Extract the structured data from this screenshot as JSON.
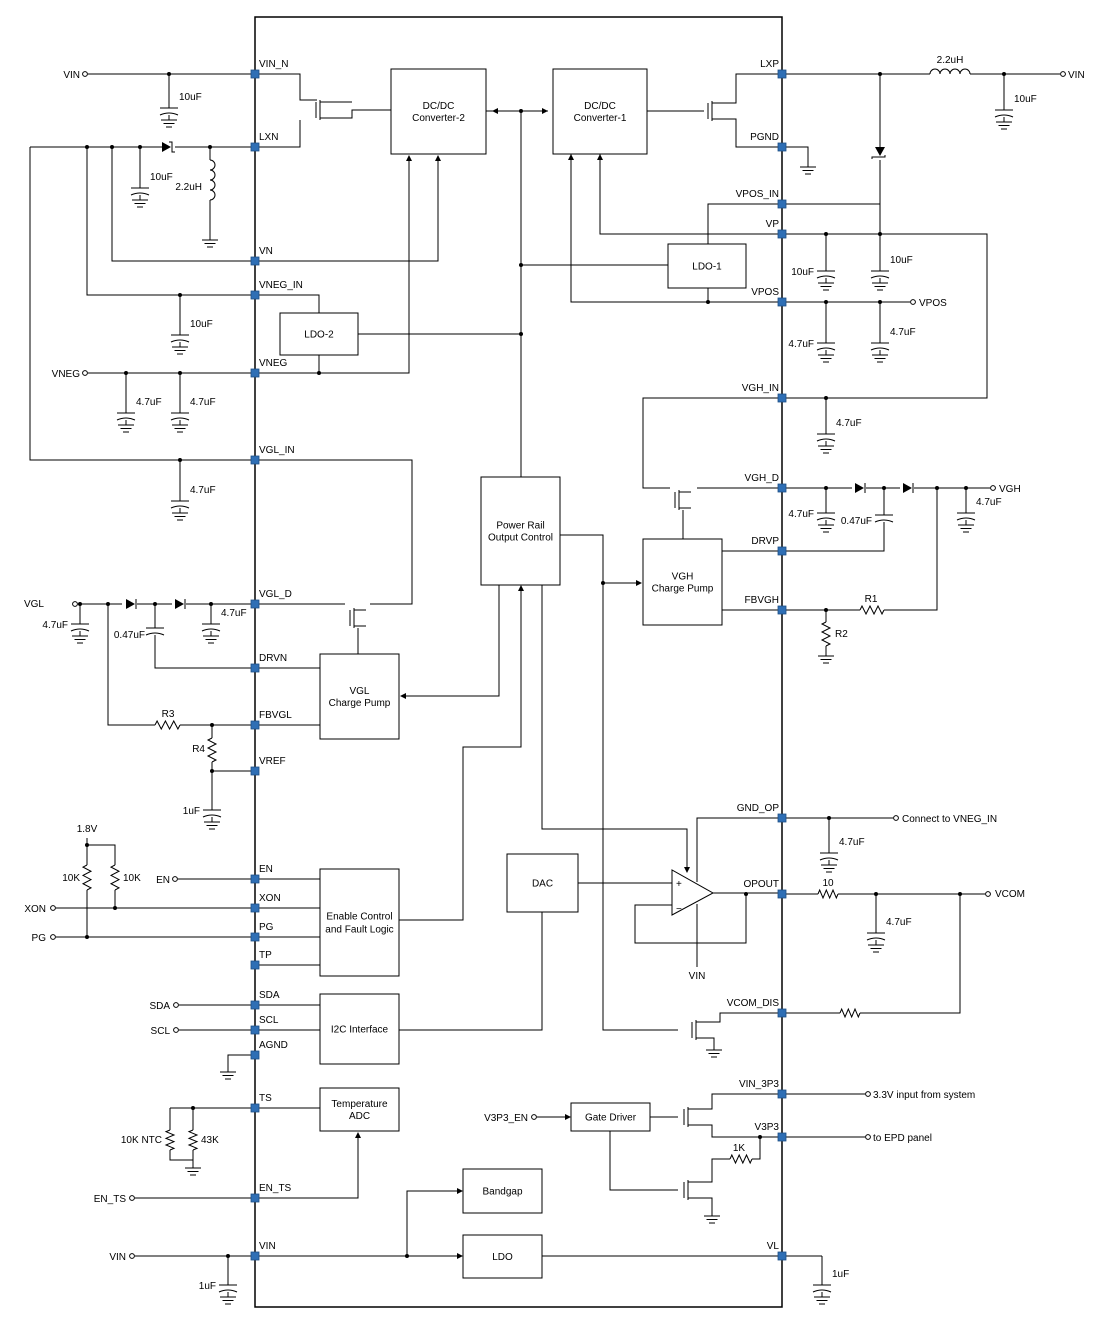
{
  "pins_left": [
    {
      "id": "vin_n",
      "label": "VIN_N"
    },
    {
      "id": "lxn",
      "label": "LXN"
    },
    {
      "id": "vn",
      "label": "VN"
    },
    {
      "id": "vneg_in",
      "label": "VNEG_IN"
    },
    {
      "id": "vneg",
      "label": "VNEG"
    },
    {
      "id": "vgl_in",
      "label": "VGL_IN"
    },
    {
      "id": "vgl_d",
      "label": "VGL_D"
    },
    {
      "id": "drvn",
      "label": "DRVN"
    },
    {
      "id": "fbvgl",
      "label": "FBVGL"
    },
    {
      "id": "vref",
      "label": "VREF"
    },
    {
      "id": "en",
      "label": "EN"
    },
    {
      "id": "xon",
      "label": "XON"
    },
    {
      "id": "pg",
      "label": "PG"
    },
    {
      "id": "tp",
      "label": "TP"
    },
    {
      "id": "sda",
      "label": "SDA"
    },
    {
      "id": "scl",
      "label": "SCL"
    },
    {
      "id": "agnd",
      "label": "AGND"
    },
    {
      "id": "ts",
      "label": "TS"
    },
    {
      "id": "en_ts",
      "label": "EN_TS"
    },
    {
      "id": "vin",
      "label": "VIN"
    }
  ],
  "pins_right": [
    {
      "id": "lxp",
      "label": "LXP"
    },
    {
      "id": "pgnd",
      "label": "PGND"
    },
    {
      "id": "vpos_in",
      "label": "VPOS_IN"
    },
    {
      "id": "vp",
      "label": "VP"
    },
    {
      "id": "vpos",
      "label": "VPOS"
    },
    {
      "id": "vgh_in",
      "label": "VGH_IN"
    },
    {
      "id": "vgh_d",
      "label": "VGH_D"
    },
    {
      "id": "drvp",
      "label": "DRVP"
    },
    {
      "id": "fbvgh",
      "label": "FBVGH"
    },
    {
      "id": "gnd_op",
      "label": "GND_OP"
    },
    {
      "id": "opout",
      "label": "OPOUT"
    },
    {
      "id": "vcom_dis",
      "label": "VCOM_DIS"
    },
    {
      "id": "vin_3p3",
      "label": "VIN_3P3"
    },
    {
      "id": "v3p3",
      "label": "V3P3"
    },
    {
      "id": "vl",
      "label": "VL"
    }
  ],
  "blocks": {
    "dcdc2": [
      "DC/DC",
      "Converter-2"
    ],
    "dcdc1": [
      "DC/DC",
      "Converter-1"
    ],
    "ldo1": [
      "LDO-1"
    ],
    "ldo2": [
      "LDO-2"
    ],
    "prc": [
      "Power Rail",
      "Output Control"
    ],
    "vgh_cp": [
      "VGH",
      "Charge Pump"
    ],
    "vgl_cp": [
      "VGL",
      "Charge Pump"
    ],
    "dac": [
      "DAC"
    ],
    "enable": [
      "Enable Control",
      "and Fault Logic"
    ],
    "i2c": [
      "I2C Interface"
    ],
    "temp": [
      "Temperature",
      "ADC"
    ],
    "gate": [
      "Gate Driver"
    ],
    "bandgap": [
      "Bandgap"
    ],
    "ldo": [
      "LDO"
    ]
  },
  "terminals": {
    "vin_top": "VIN",
    "vin_right": "VIN",
    "vneg": "VNEG",
    "vgl": "VGL",
    "vpos": "VPOS",
    "vgh": "VGH",
    "connect_vneg_in": "Connect to VNEG_IN",
    "vcom": "VCOM",
    "en": "EN",
    "xon": "XON",
    "pg": "PG",
    "sda": "SDA",
    "scl": "SCL",
    "en_ts": "EN_TS",
    "vin_bottom": "VIN",
    "v3p3_en": "V3P3_EN",
    "sys_3v3": "3.3V input from system",
    "epd": "to EPD panel",
    "rail_1v8": "1.8V",
    "op_vin": "VIN"
  },
  "components": {
    "c_vin_n": "10uF",
    "l_lxn": "2.2uH",
    "c_lxn": "10uF",
    "c_vneg_in": "10uF",
    "c_vneg_a": "4.7uF",
    "c_vneg_b": "4.7uF",
    "c_vgl_in": "4.7uF",
    "c_vgl_a": "4.7uF",
    "c_vgl_b": "4.7uF",
    "c_vgl_fly": "0.47uF",
    "r3": "R3",
    "r4": "R4",
    "c_vref": "1uF",
    "r_en": "10K",
    "r_xon": "10K",
    "r_ntc": "10K NTC",
    "r_ts": "43K",
    "c_vin_bottom": "1uF",
    "l_lxp": "2.2uH",
    "c_lxp": "10uF",
    "c_vp_a": "10uF",
    "c_vp_b": "10uF",
    "c_vpos_a": "4.7uF",
    "c_vpos_b": "4.7uF",
    "c_vgh_in": "4.7uF",
    "c_vgh_d": "4.7uF",
    "c_vgh_fly": "0.47uF",
    "c_vgh_out": "4.7uF",
    "r1": "R1",
    "r2": "R2",
    "c_gnd_op": "4.7uF",
    "r_opout": "10",
    "c_vcom": "4.7uF",
    "r_1k": "1K",
    "c_vl": "1uF"
  },
  "opamp_signs": {
    "plus": "+",
    "minus": "−"
  }
}
